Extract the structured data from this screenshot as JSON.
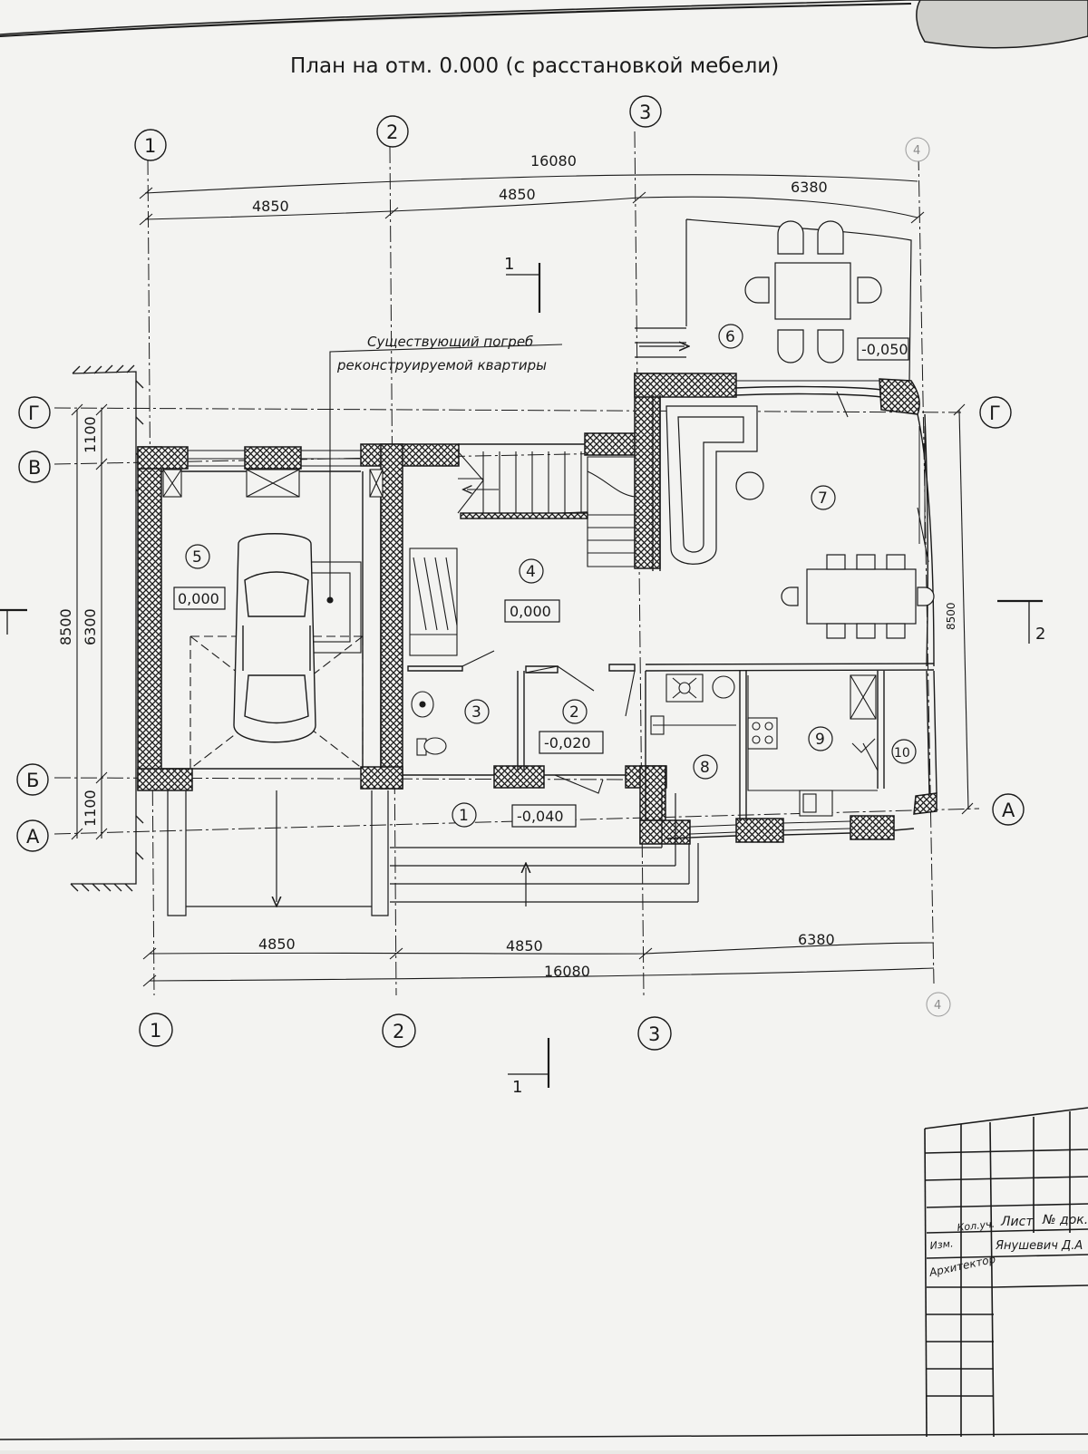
{
  "title": "План на отм. 0.000 (с расстановкой мебели)",
  "annotation": {
    "line1": "Существующий погреб",
    "line2": "реконструируемой квартиры"
  },
  "dimensions": {
    "top_total": "16080",
    "top_segments": [
      "4850",
      "4850",
      "6380"
    ],
    "bottom_segments": [
      "4850",
      "4850",
      "6380"
    ],
    "bottom_total": "16080",
    "left_total": "8500",
    "left_mid": "6300",
    "left_top": "1100",
    "left_bottom": "1100",
    "right_total": "8500"
  },
  "axes": {
    "columns": [
      "1",
      "2",
      "3",
      "4"
    ],
    "rows": [
      "Г",
      "В",
      "Б",
      "А"
    ]
  },
  "sections": {
    "s1_top": "1",
    "s1_bottom": "1",
    "s2": "2"
  },
  "rooms": [
    {
      "num": "1",
      "level": "-0,040"
    },
    {
      "num": "2",
      "level": "-0,020"
    },
    {
      "num": "3",
      "level": ""
    },
    {
      "num": "4",
      "level": "0,000"
    },
    {
      "num": "5",
      "level": "0,000"
    },
    {
      "num": "6",
      "level": "-0,050"
    },
    {
      "num": "7",
      "level": ""
    },
    {
      "num": "8",
      "level": ""
    },
    {
      "num": "9",
      "level": ""
    },
    {
      "num": "10",
      "level": ""
    }
  ],
  "title_block": {
    "col1": "Изм.",
    "col2": "Кол.уч.",
    "col3": "Лист",
    "col4": "№ док.",
    "role": "Архитектор",
    "name": "Янушевич Д.А"
  },
  "colors": {
    "paper": "#f3f3f1",
    "ink": "#1a1a1a"
  }
}
